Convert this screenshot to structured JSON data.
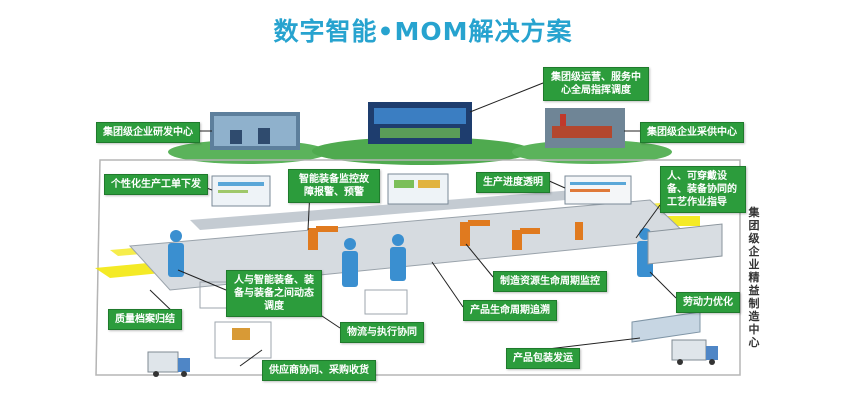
{
  "title": "数字智能•MOM解决方案",
  "top_labels": {
    "group_ops": "集团级运营、服务中心全局指挥调度",
    "group_rd": "集团级企业研发中心",
    "group_procure": "集团级企业采供中心"
  },
  "labels": {
    "personalized_order": "个性化生产工单下发",
    "equipment_monitor": "智能装备监控故障报警、预警",
    "progress": "生产进度透明",
    "wearable": "人、可穿戴设备、装备协同的工艺作业指导",
    "human_machine": "人与智能装备、装备与装备之间动态调度",
    "resource_lifecycle": "制造资源生命周期监控",
    "quality_archive": "质量档案归结",
    "product_trace": "产品生命周期追溯",
    "labor_opt": "劳动力优化",
    "logistics": "物流与执行协同",
    "packaging": "产品包装发运",
    "supplier": "供应商协同、采购收货"
  },
  "side_label": "集团级企业精益制造中心",
  "colors": {
    "title": "#27a3cf",
    "label_bg": "#2c9c3c",
    "conveyor": "#f2e600",
    "platform": "#5bb35b",
    "worker": "#3a8fd0"
  }
}
